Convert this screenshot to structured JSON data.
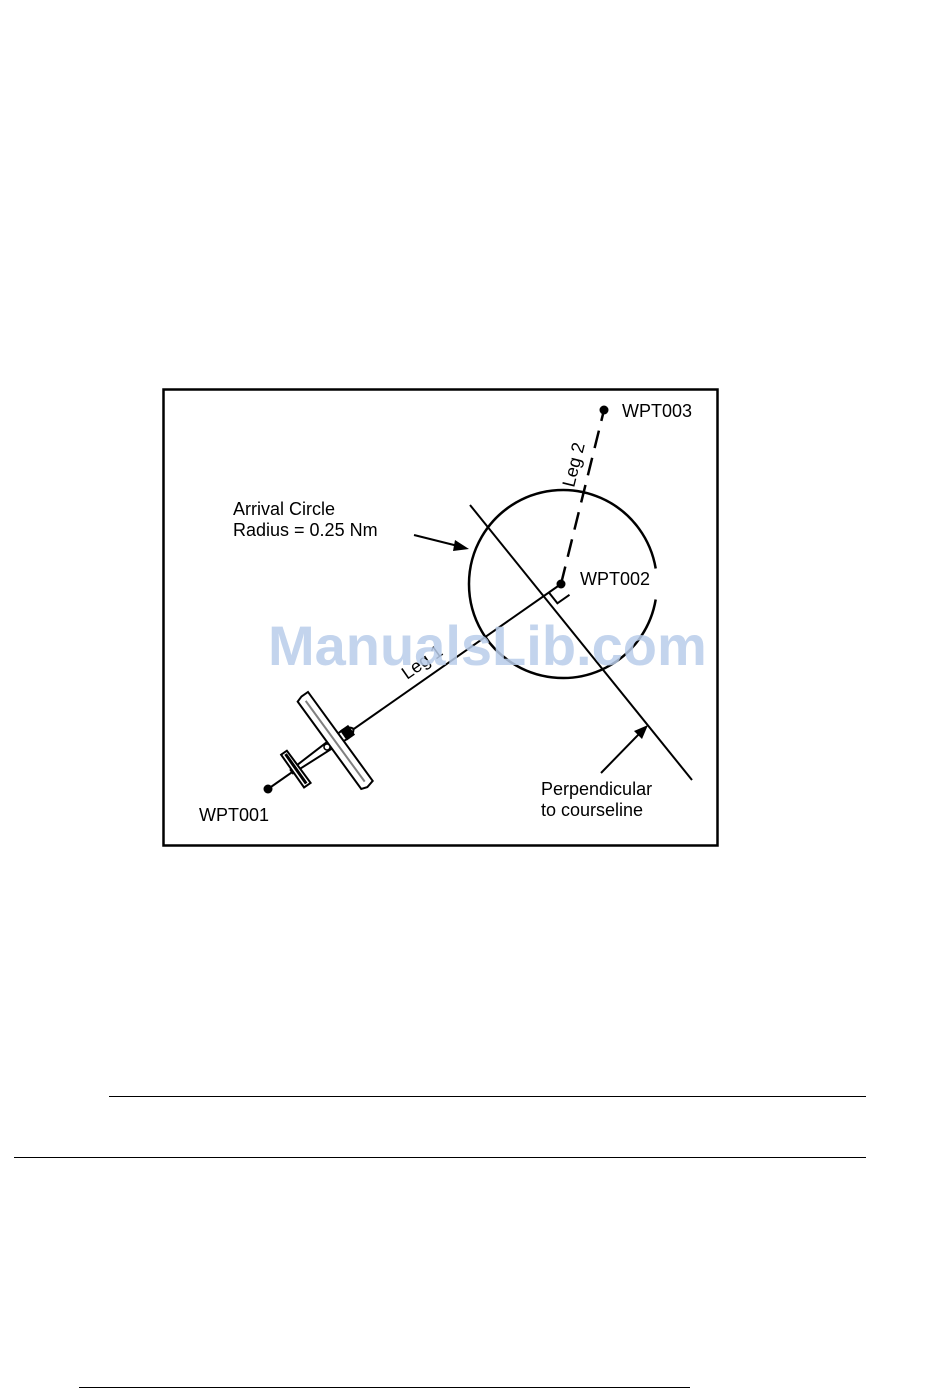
{
  "diagram": {
    "waypoints": {
      "wpt001": "WPT001",
      "wpt002": "WPT002",
      "wpt003": "WPT003"
    },
    "legs": {
      "leg1": "Leg 1",
      "leg2": "Leg 2"
    },
    "arrival_circle": {
      "line1": "Arrival Circle",
      "line2": "Radius = 0.25 Nm"
    },
    "perpendicular": {
      "line1": "Perpendicular",
      "line2": "to courseline"
    }
  },
  "watermark": "ManualsLib.com",
  "colors": {
    "ink": "#000000",
    "watermark": "#b9cdea",
    "aircraft_grey": "#808080"
  },
  "icons": {
    "aircraft": "aircraft-icon"
  }
}
